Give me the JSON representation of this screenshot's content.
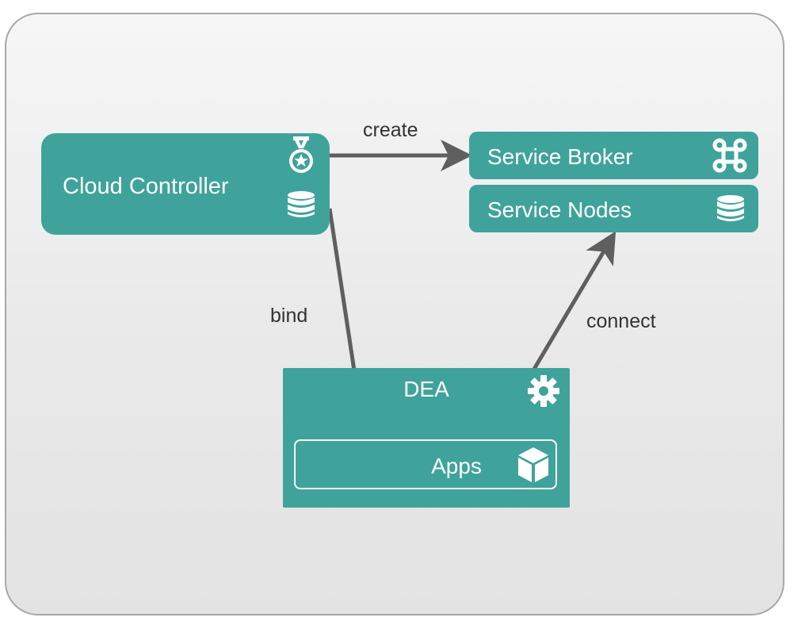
{
  "nodes": {
    "cloud_controller": {
      "label": "Cloud Controller",
      "icons": [
        "medal-icon",
        "database-icon"
      ]
    },
    "service_broker": {
      "label": "Service Broker",
      "icon": "command-key-icon"
    },
    "service_nodes": {
      "label": "Service Nodes",
      "icon": "database-icon"
    },
    "dea": {
      "label": "DEA",
      "icon": "gear-icon"
    },
    "apps": {
      "label": "Apps",
      "icon": "cube-icon"
    }
  },
  "edges": {
    "create": "create",
    "bind": "bind",
    "connect": "connect"
  },
  "colors": {
    "node_fill": "#3fa39b",
    "node_text": "#ffffff",
    "arrow": "#5f5f5f",
    "edge_text": "#333333",
    "frame_border": "#a8a8a8"
  }
}
